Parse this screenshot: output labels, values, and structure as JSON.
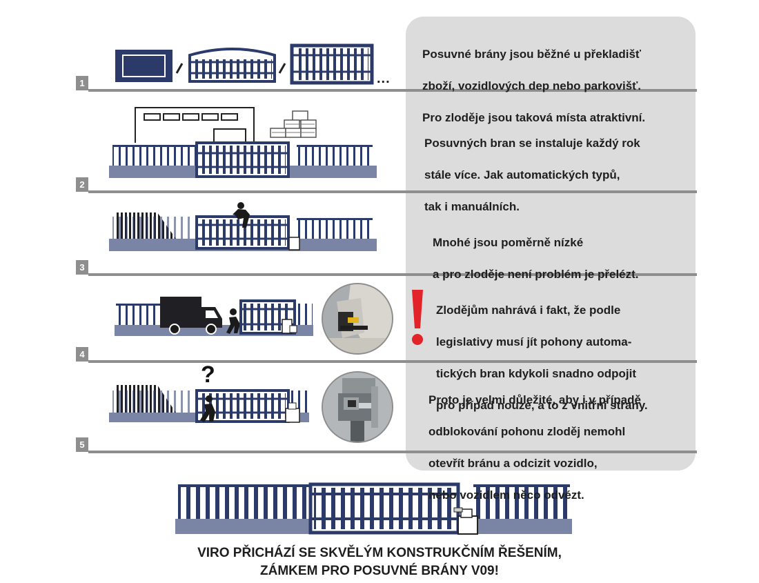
{
  "steps": [
    {
      "number": "1",
      "lines": [
        "Posuvné brány jsou běžné u překladišť",
        "zboží, vozidlových dep nebo parkovišť.",
        "Pro zloděje jsou taková místa atraktivní."
      ]
    },
    {
      "number": "2",
      "lines": [
        "Posuvných bran se instaluje každý rok",
        "stále více. Jak automatických typů,",
        "tak i manuálních."
      ]
    },
    {
      "number": "3",
      "lines": [
        "Mnohé jsou poměrně nízké",
        "a pro zloděje není problém je přelézt."
      ]
    },
    {
      "number": "4",
      "lines": [
        "Zlodějům nahrává i fakt, že podle",
        "legislativy musí jít pohony automa-",
        "tických bran kdykoli snadno odpojit",
        "pro případ nouze, a to z vnitřní strany."
      ]
    },
    {
      "number": "5",
      "lines": [
        "Proto je velmi důležité, aby i v případě",
        "odblokování pohonu zloděj nemohl",
        "otevřít bránu a odcizit vozidlo,",
        "nebo vozidlem něco odvézt."
      ]
    }
  ],
  "step1_ellipsis": "...",
  "step5_question": "?",
  "bottom": {
    "line1": "VIRO PŘICHÁZÍ SE SKVĚLÝM KONSTRUKČNÍM ŘEŠENÍM,",
    "line2": "ZÁMKEM PRO POSUVNÉ BRÁNY V09!"
  },
  "colors": {
    "navy": "#2c3a6a",
    "post": "#3c4a78",
    "fence": "#7a84a4",
    "panel": "#dcdcdc",
    "divider": "#8e8e8e",
    "warning": "#e3232a",
    "text": "#1e1e1e"
  }
}
